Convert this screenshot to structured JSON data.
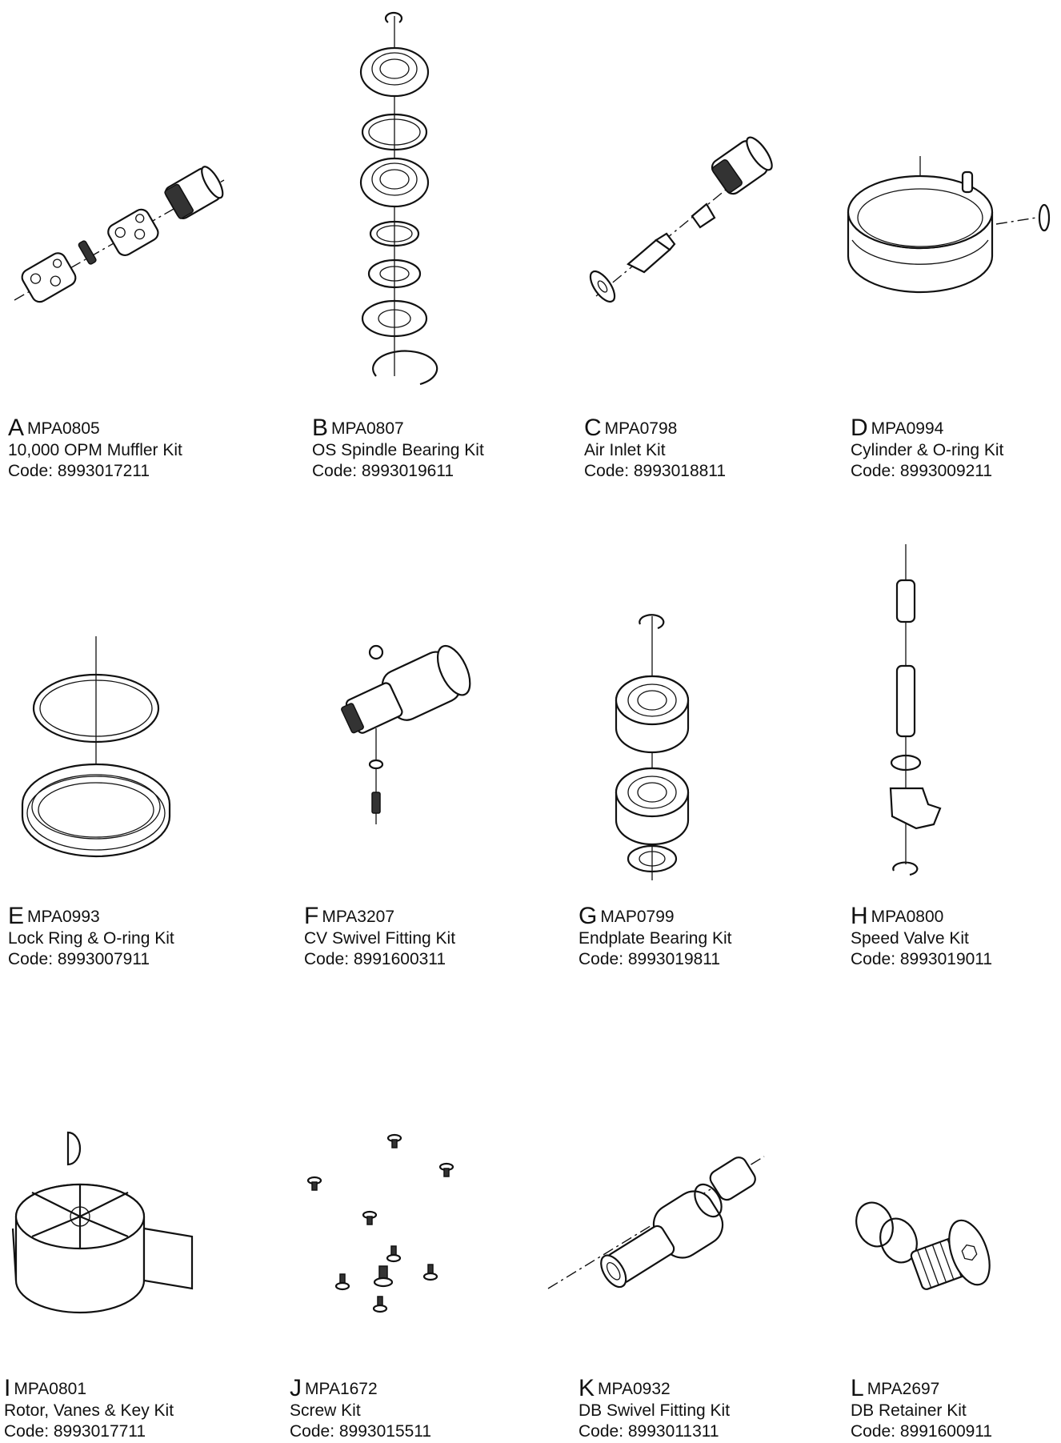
{
  "kits": [
    {
      "letter": "A",
      "part": "MPA0805",
      "name": "10,000 OPM Muffler Kit",
      "code": "Code: 8993017211"
    },
    {
      "letter": "B",
      "part": "MPA0807",
      "name": "OS Spindle Bearing Kit",
      "code": "Code: 8993019611"
    },
    {
      "letter": "C",
      "part": "MPA0798",
      "name": "Air Inlet Kit",
      "code": "Code: 8993018811"
    },
    {
      "letter": "D",
      "part": "MPA0994",
      "name": "Cylinder & O-ring Kit",
      "code": "Code: 8993009211"
    },
    {
      "letter": "E",
      "part": "MPA0993",
      "name": "Lock Ring & O-ring Kit",
      "code": "Code: 8993007911"
    },
    {
      "letter": "F",
      "part": "MPA3207",
      "name": "CV Swivel Fitting Kit",
      "code": "Code: 8991600311"
    },
    {
      "letter": "G",
      "part": "MAP0799",
      "name": "Endplate Bearing Kit",
      "code": "Code: 8993019811"
    },
    {
      "letter": "H",
      "part": "MPA0800",
      "name": "Speed Valve Kit",
      "code": "Code: 8993019011"
    },
    {
      "letter": "I",
      "part": "MPA0801",
      "name": "Rotor, Vanes & Key Kit",
      "code": "Code: 8993017711"
    },
    {
      "letter": "J",
      "part": "MPA1672",
      "name": "Screw Kit",
      "code": "Code: 8993015511"
    },
    {
      "letter": "K",
      "part": "MPA0932",
      "name": "DB Swivel Fitting Kit",
      "code": "Code: 8993011311"
    },
    {
      "letter": "L",
      "part": "MPA2697",
      "name": "DB Retainer Kit",
      "code": "Code: 8991600911"
    }
  ]
}
